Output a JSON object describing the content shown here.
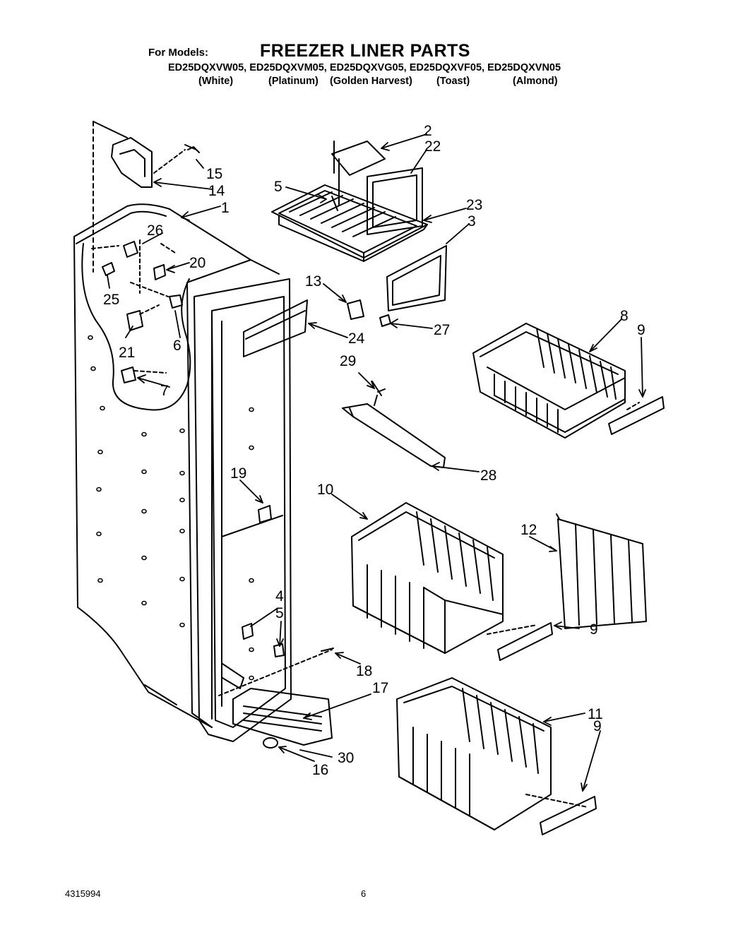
{
  "header": {
    "for_models_label": "For Models:",
    "title": "FREEZER LINER PARTS",
    "models": "ED25DQXVW05, ED25DQXVM05, ED25DQXVG05, ED25DQXVF05, ED25DQXVN05",
    "colors": [
      "(White)",
      "(Platinum)",
      "(Golden Harvest)",
      "(Toast)",
      "(Almond)"
    ]
  },
  "callouts": {
    "c1": "1",
    "c2": "2",
    "c22": "22",
    "c23": "23",
    "c3": "3",
    "c5a": "5",
    "c15": "15",
    "c14": "14",
    "c26": "26",
    "c20": "20",
    "c25": "25",
    "c21": "21",
    "c6": "6",
    "c7": "7",
    "c13": "13",
    "c27": "27",
    "c24": "24",
    "c8": "8",
    "c9a": "9",
    "c29": "29",
    "c28": "28",
    "c10": "10",
    "c12": "12",
    "c19": "19",
    "c9b": "9",
    "c4": "4",
    "c5b": "5",
    "c18": "18",
    "c17": "17",
    "c11": "11",
    "c9c": "9",
    "c30": "30",
    "c16": "16"
  },
  "footer": {
    "document_number": "4315994",
    "page_number": "6"
  }
}
